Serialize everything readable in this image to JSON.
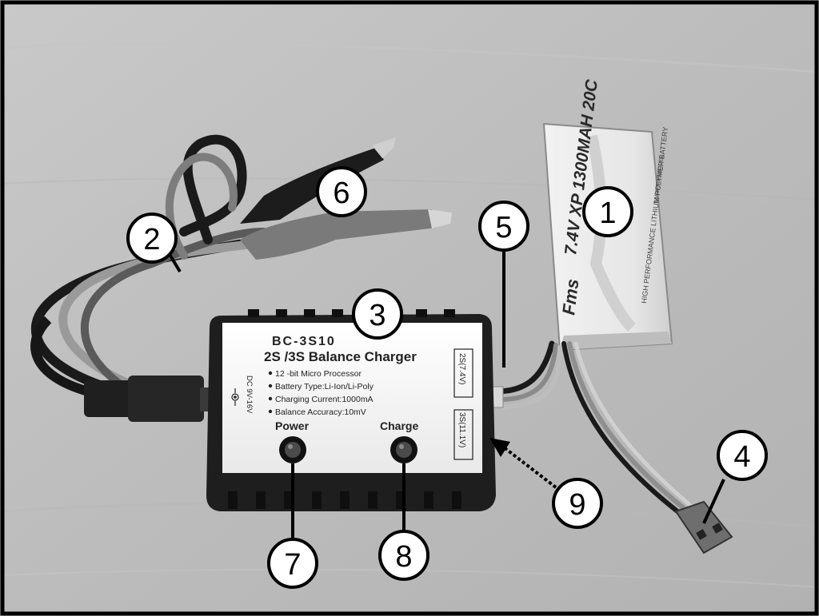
{
  "charger": {
    "model": "BC-3S10",
    "title": "2S /3S Balance Charger",
    "specs": [
      "12 -bit Micro Processor",
      "Battery Type:Li-Ion/Li-Poly",
      "Charging Current:1000mA",
      "Balance Accuracy:10mV"
    ],
    "dc_input": "DC 9V-16V",
    "power_led_label": "Power",
    "charge_led_label": "Charge",
    "port_2s": "2S(7.4V)",
    "port_3s": "3S(11.1V)"
  },
  "battery": {
    "rating": "7.4V XP 1300MAH 20C",
    "brand": "Fms",
    "description": "HIGH PERFORMANCE LITHIUM POLYMER BATTERY",
    "website": "WWW.FMSMODEL"
  },
  "callouts": [
    "1",
    "2",
    "3",
    "4",
    "5",
    "6",
    "7",
    "8",
    "9"
  ],
  "colors": {
    "callout_fill": "#ffffff",
    "callout_stroke": "#000000",
    "table": "#bdbdbd"
  }
}
